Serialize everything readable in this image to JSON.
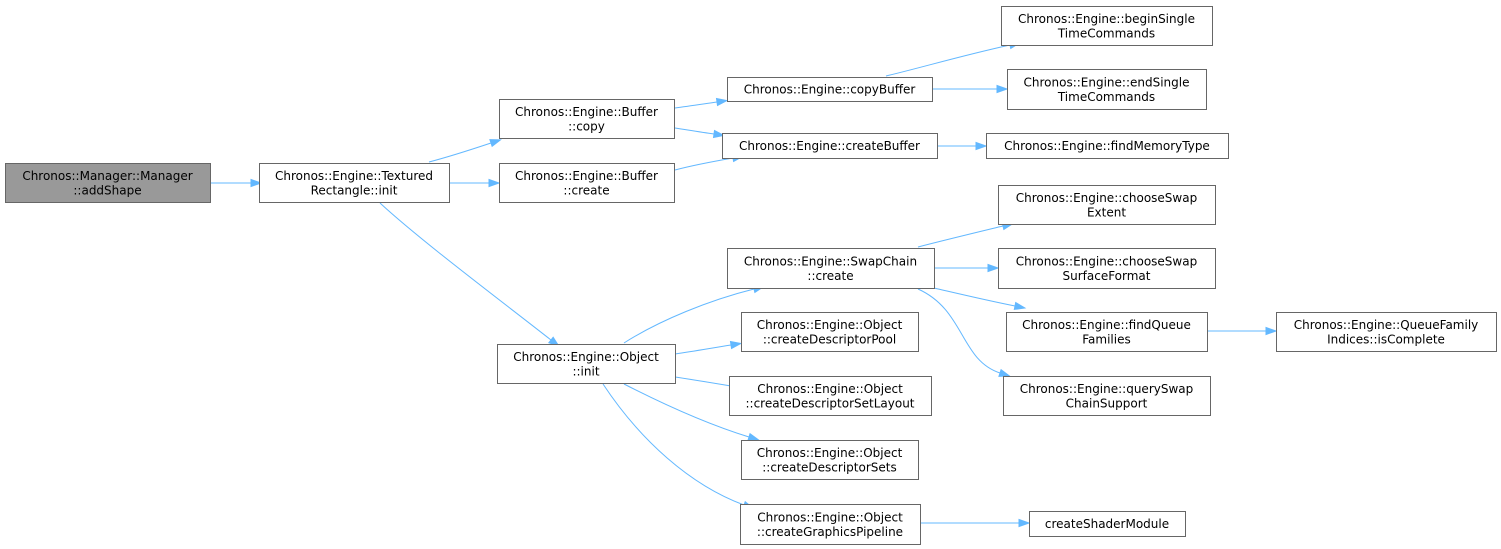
{
  "colors": {
    "edge": "#63b8ff",
    "root_fill": "#999999",
    "node_border": "#666666",
    "node_fill": "#ffffff"
  },
  "nodes": {
    "addShape": [
      "Chronos::Manager::Manager",
      "::addShape"
    ],
    "texturedInit": [
      "Chronos::Engine::Textured",
      "Rectangle::init"
    ],
    "bufferCopy": [
      "Chronos::Engine::Buffer",
      "::copy"
    ],
    "bufferCreate": [
      "Chronos::Engine::Buffer",
      "::create"
    ],
    "objectInit": [
      "Chronos::Engine::Object",
      "::init"
    ],
    "copyBuffer": [
      "Chronos::Engine::copyBuffer"
    ],
    "createBuffer": [
      "Chronos::Engine::createBuffer"
    ],
    "swapChainCreate": [
      "Chronos::Engine::SwapChain",
      "::create"
    ],
    "createDescriptorPool": [
      "Chronos::Engine::Object",
      "::createDescriptorPool"
    ],
    "createDescriptorSetLayout": [
      "Chronos::Engine::Object",
      "::createDescriptorSetLayout"
    ],
    "createDescriptorSets": [
      "Chronos::Engine::Object",
      "::createDescriptorSets"
    ],
    "createGraphicsPipeline": [
      "Chronos::Engine::Object",
      "::createGraphicsPipeline"
    ],
    "beginSingle": [
      "Chronos::Engine::beginSingle",
      "TimeCommands"
    ],
    "endSingle": [
      "Chronos::Engine::endSingle",
      "TimeCommands"
    ],
    "findMemoryType": [
      "Chronos::Engine::findMemoryType"
    ],
    "chooseSwapExtent": [
      "Chronos::Engine::chooseSwap",
      "Extent"
    ],
    "chooseSwapSurfaceFormat": [
      "Chronos::Engine::chooseSwap",
      "SurfaceFormat"
    ],
    "findQueueFamilies": [
      "Chronos::Engine::findQueue",
      "Families"
    ],
    "querySwapChainSupport": [
      "Chronos::Engine::querySwap",
      "ChainSupport"
    ],
    "createShaderModule": [
      "createShaderModule"
    ],
    "queueFamilyIsComplete": [
      "Chronos::Engine::QueueFamily",
      "Indices::isComplete"
    ]
  },
  "edges": [
    [
      "addShape",
      "texturedInit"
    ],
    [
      "texturedInit",
      "bufferCopy"
    ],
    [
      "texturedInit",
      "bufferCreate"
    ],
    [
      "texturedInit",
      "objectInit"
    ],
    [
      "bufferCopy",
      "copyBuffer"
    ],
    [
      "bufferCopy",
      "createBuffer"
    ],
    [
      "bufferCreate",
      "createBuffer"
    ],
    [
      "copyBuffer",
      "beginSingle"
    ],
    [
      "copyBuffer",
      "endSingle"
    ],
    [
      "createBuffer",
      "findMemoryType"
    ],
    [
      "objectInit",
      "swapChainCreate"
    ],
    [
      "objectInit",
      "createDescriptorPool"
    ],
    [
      "objectInit",
      "createDescriptorSetLayout"
    ],
    [
      "objectInit",
      "createDescriptorSets"
    ],
    [
      "objectInit",
      "createGraphicsPipeline"
    ],
    [
      "swapChainCreate",
      "chooseSwapExtent"
    ],
    [
      "swapChainCreate",
      "chooseSwapSurfaceFormat"
    ],
    [
      "swapChainCreate",
      "findQueueFamilies"
    ],
    [
      "swapChainCreate",
      "querySwapChainSupport"
    ],
    [
      "findQueueFamilies",
      "queueFamilyIsComplete"
    ],
    [
      "createGraphicsPipeline",
      "createShaderModule"
    ]
  ]
}
